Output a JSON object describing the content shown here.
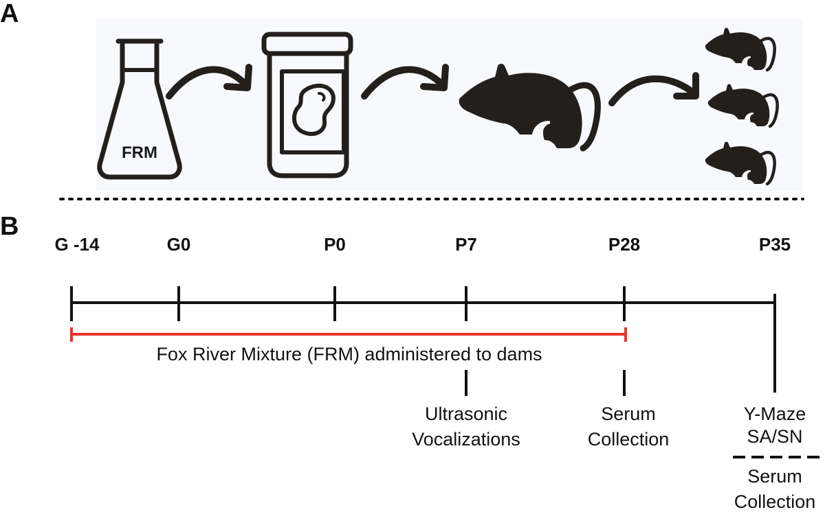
{
  "panels": {
    "a_label": "A",
    "b_label": "B"
  },
  "panel_a": {
    "flask_text": "FRM",
    "icons": [
      "flask-icon",
      "jar-icon",
      "rat-icon",
      "pup-icon"
    ],
    "colors": {
      "ink": "#231f1c",
      "background": "#f7f9fc"
    }
  },
  "timeline": {
    "ticks": [
      {
        "label": "G -14"
      },
      {
        "label": "G0"
      },
      {
        "label": "P0"
      },
      {
        "label": "P7"
      },
      {
        "label": "P28"
      },
      {
        "label": "P35"
      }
    ],
    "dosing_text": "Fox River Mixture (FRM) administered to dams",
    "dosing_color": "#e8322b",
    "events": {
      "p7_line1": "Ultrasonic",
      "p7_line2": "Vocalizations",
      "p28_line1": "Serum",
      "p28_line2": "Collection",
      "p35_line1": "Y-Maze",
      "p35_line2": "SA/SN",
      "p35_line3": "Serum",
      "p35_line4": "Collection"
    }
  }
}
